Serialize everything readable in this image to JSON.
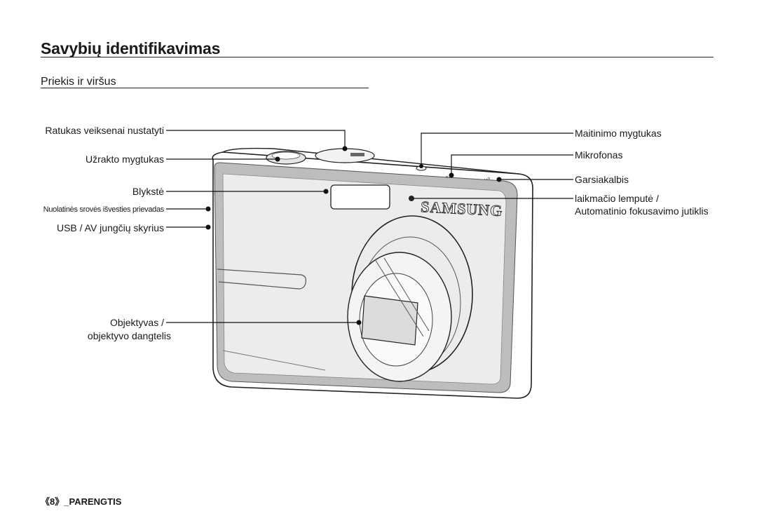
{
  "page": {
    "title": "Savybių identifikavimas",
    "subtitle": "Priekis ir viršus"
  },
  "labels_left": {
    "mode_dial": "Ratukas veiksenai nustatyti",
    "shutter": "Užrakto mygtukas",
    "flash": "Blykstė",
    "dc_input": "Nuolatinės srovės išvesties prievadas",
    "usb_av": "USB / AV jungčių skyrius",
    "lens_line1": "Objektyvas /",
    "lens_line2": "objektyvo dangtelis"
  },
  "labels_right": {
    "power": "Maitinimo mygtukas",
    "microphone": "Mikrofonas",
    "speaker": "Garsiakalbis",
    "af_line1": "laikmačio lemputė /",
    "af_line2": "Automatinio fokusavimo jutiklis"
  },
  "camera": {
    "brand": "SAMSUNG"
  },
  "footer": {
    "page_number": "8",
    "section": "_PARENGTIS"
  }
}
